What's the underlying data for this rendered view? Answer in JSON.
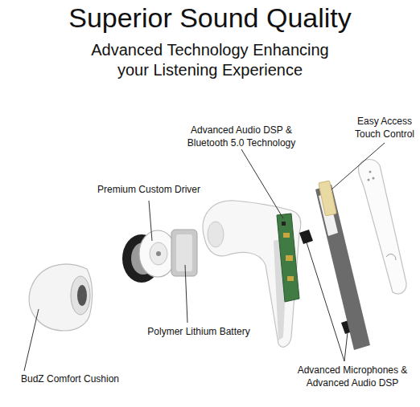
{
  "diagram": {
    "title": "Superior Sound Quality",
    "labels": [
      "Advanced Technology Enhancing your Listening Experience",
      "Premium Custom Driver",
      "Advanced Audio DSP & Bluetooth 5.0 Technology",
      "Easy Access Touch Control",
      "Polymer Lithium Battery",
      "BudZ Comfort Cushion",
      "Advanced Microphones & Advanced Audio DSP"
    ]
  }
}
